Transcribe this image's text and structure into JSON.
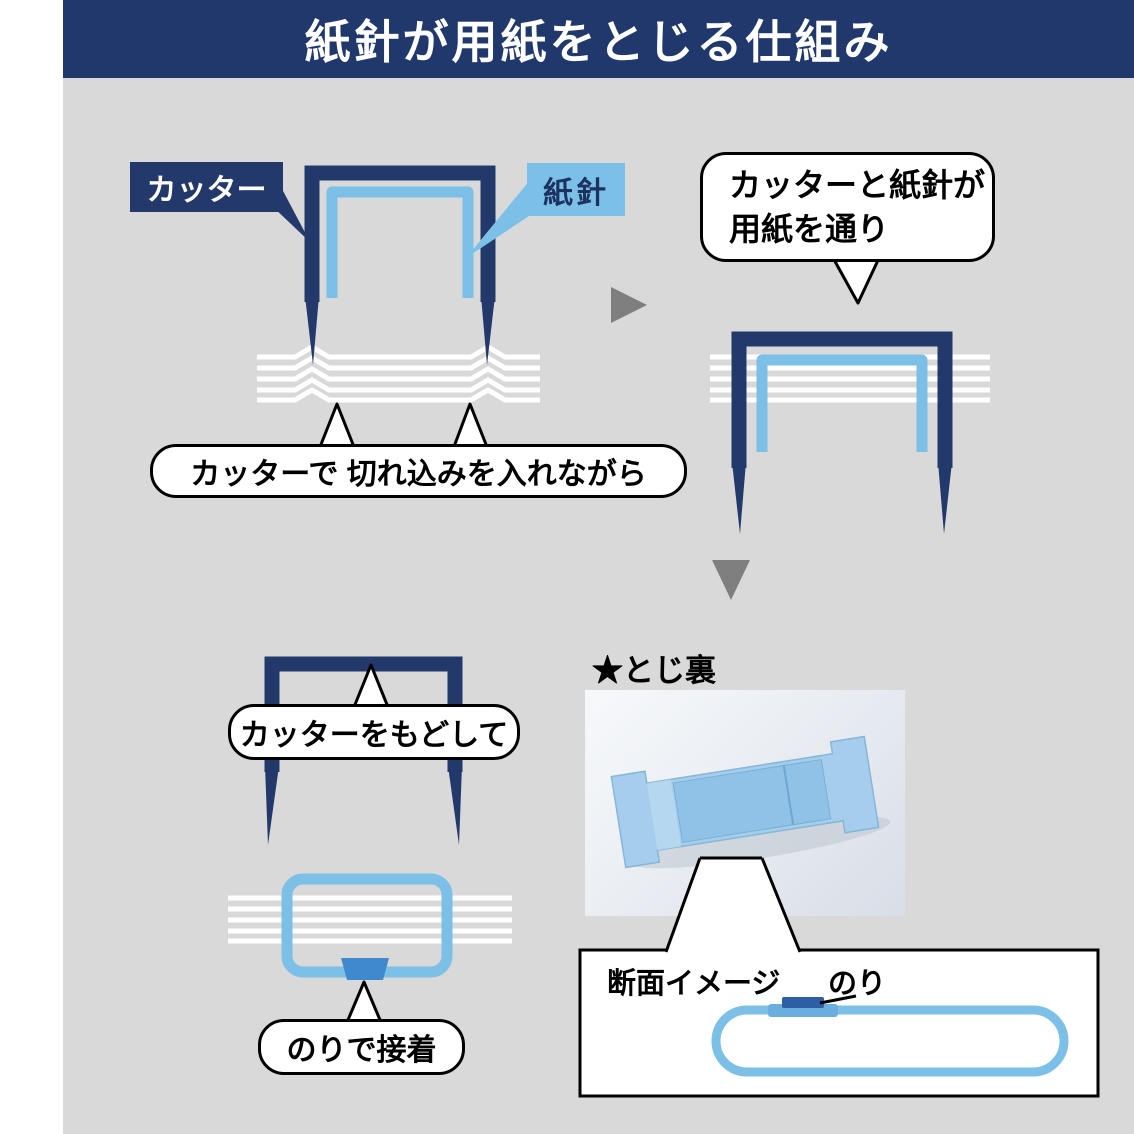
{
  "title": "紙針が用紙をとじる仕組み",
  "legend": {
    "cutter": "カッター",
    "staple": "紙針"
  },
  "captions": {
    "step1": "カッターで 切れ込みを入れながら",
    "step2_line1": "カッターと紙針が",
    "step2_line2": "用紙を通り",
    "step3": "カッターをもどして",
    "step4": "のりで接着"
  },
  "back_view": {
    "heading": "★とじ裏",
    "cross_section": "断面イメージ",
    "glue": "のり"
  },
  "colors": {
    "navy": "#24396b",
    "light_blue": "#7cc0e8",
    "background_gray": "#d9d9d9",
    "arrow_gray": "#7f7f7f",
    "glue_blue": "#4189cf",
    "title_bg": "#20386b",
    "paper_white": "#ffffff"
  }
}
